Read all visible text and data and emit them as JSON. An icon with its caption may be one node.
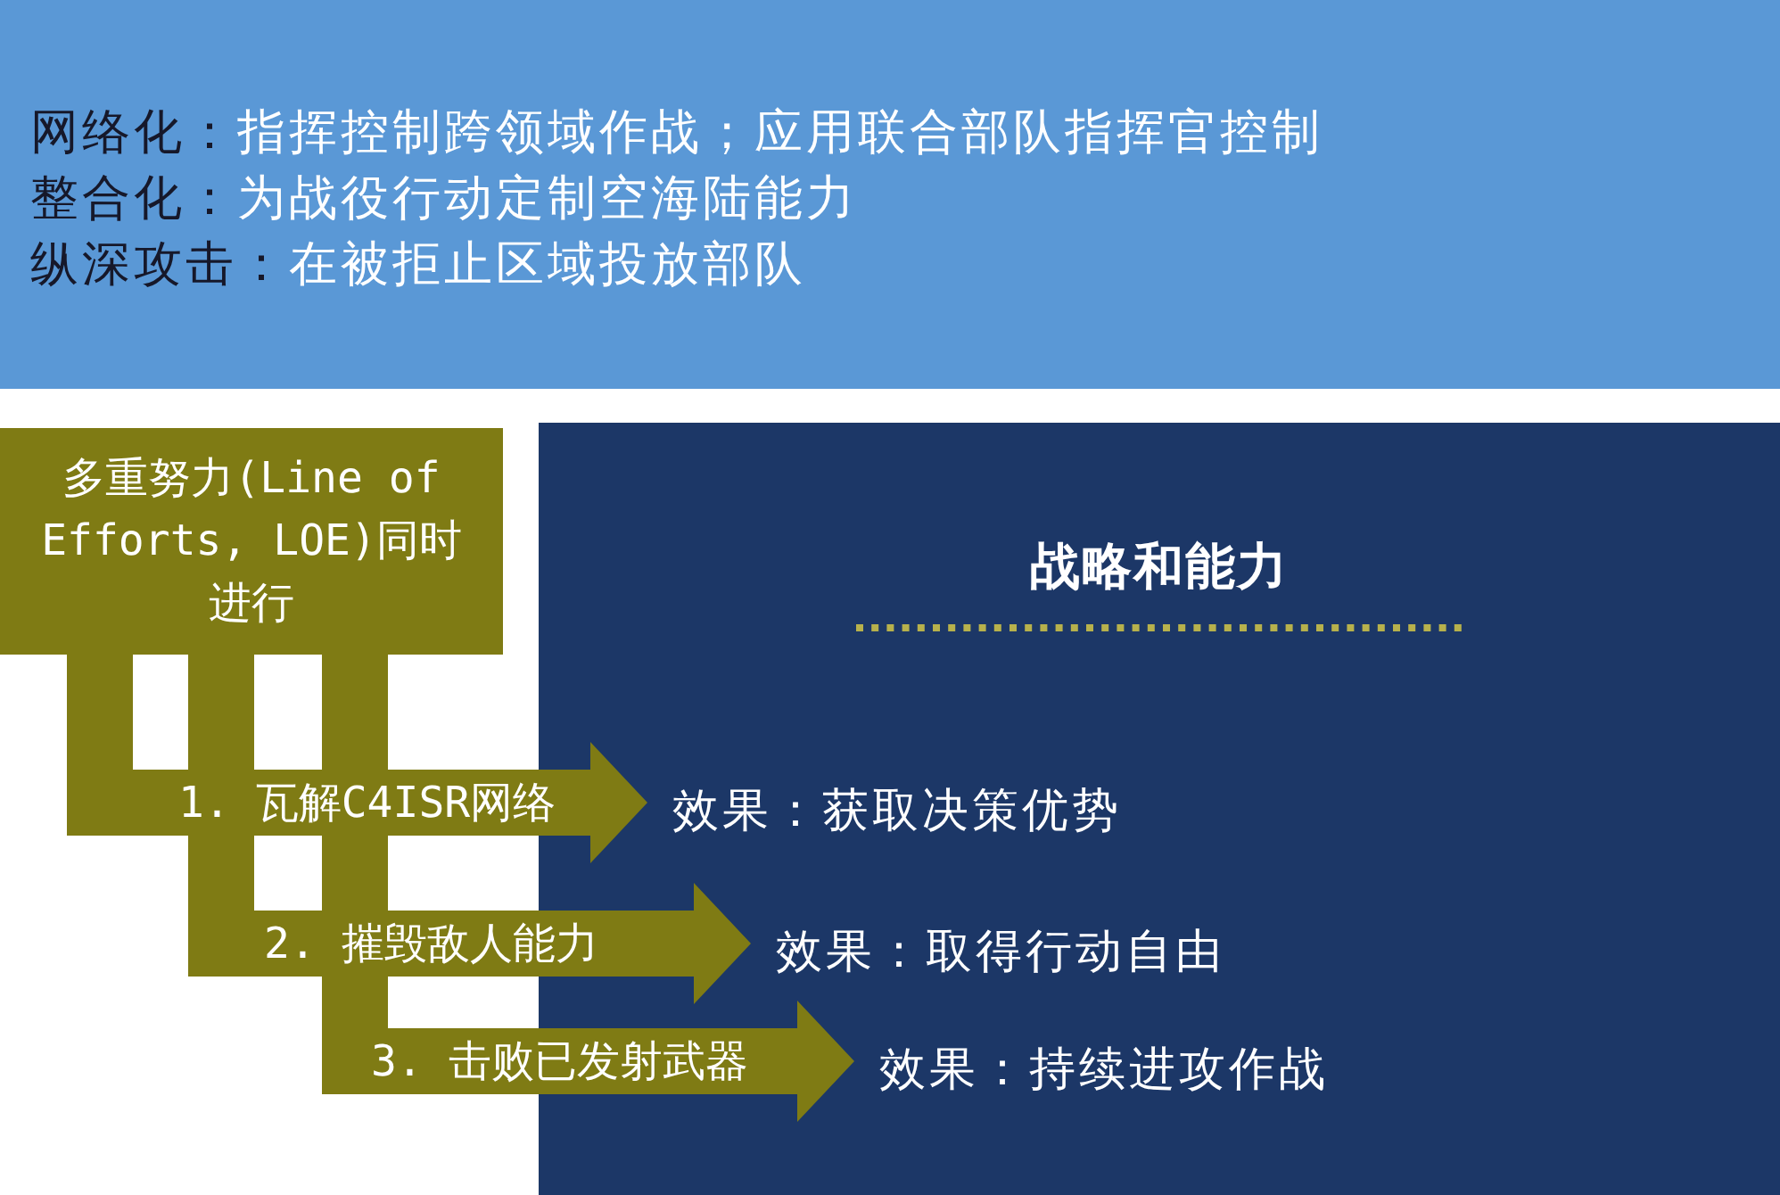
{
  "diagram": {
    "nodes": [
      {
        "text": [
          "网络化：",
          "指挥控制跨领域作战；应用联合部队指挥官控制",
          "整合化：",
          "为战役行动定制空海陆能力",
          "纵深攻击：",
          "在被拒止区域投放部队"
        ]
      },
      {
        "text": [
          "多重努力(Line of Efforts, LOE)同时进行"
        ]
      },
      {
        "text": [
          "战略和能力"
        ]
      },
      {
        "text": [
          "效果：获取决策优势"
        ],
        "in": 2
      },
      {
        "text": [
          "效果：取得行动自由"
        ],
        "in": 2
      },
      {
        "text": [
          "效果：持续进攻作战"
        ],
        "in": 2
      }
    ],
    "edges": [
      {
        "from": 1,
        "to": 3,
        "arrow": "to",
        "label": "1. 瓦解C4ISR网络"
      },
      {
        "from": 1,
        "to": 4,
        "arrow": "to",
        "label": "2. 摧毁敌人能力"
      },
      {
        "from": 1,
        "to": 5,
        "arrow": "to",
        "label": "3. 击败已发射武器"
      }
    ]
  }
}
